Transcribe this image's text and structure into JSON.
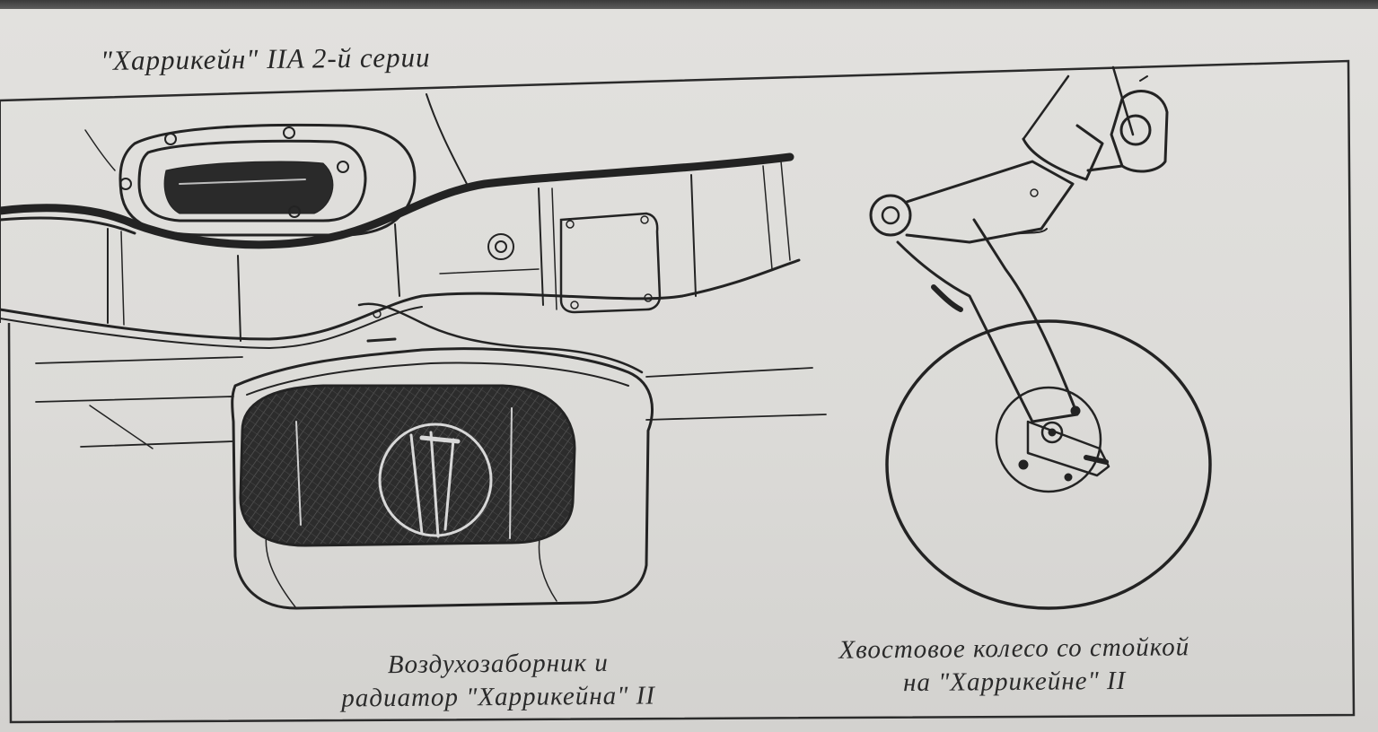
{
  "header": {
    "title": "\"Харрикейн\" IIA 2-й серии"
  },
  "captions": {
    "left": {
      "line1": "Воздухозаборник и",
      "line2": "радиатор \"Харрикейна\" II"
    },
    "right": {
      "line1": "Хвостовое колесо со стойкой",
      "line2": "на \"Харрикейне\" II"
    }
  },
  "colors": {
    "paper": "#dcdbd8",
    "ink": "#262626"
  }
}
